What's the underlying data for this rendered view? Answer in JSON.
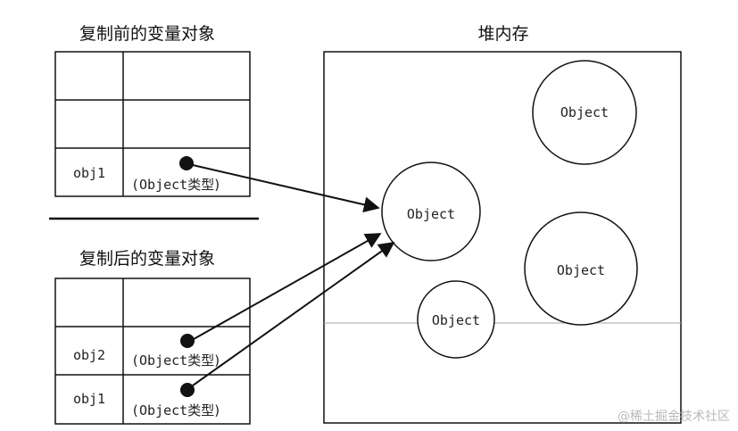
{
  "diagram": {
    "before": {
      "title": "复制前的变量对象",
      "rows": [
        {
          "name": "",
          "value": ""
        },
        {
          "name": "",
          "value": ""
        },
        {
          "name": "obj1",
          "value_prefix": "(Object",
          "value_suffix": "类型)"
        }
      ]
    },
    "after": {
      "title": "复制后的变量对象",
      "rows": [
        {
          "name": "",
          "value": ""
        },
        {
          "name": "obj2",
          "value_prefix": "(Object",
          "value_suffix": "类型)"
        },
        {
          "name": "obj1",
          "value_prefix": "(Object",
          "value_suffix": "类型)"
        }
      ]
    },
    "heap": {
      "title": "堆内存",
      "objects": [
        "Object",
        "Object",
        "Object",
        "Object"
      ]
    },
    "watermark": "@稀土掘金技术社区"
  }
}
